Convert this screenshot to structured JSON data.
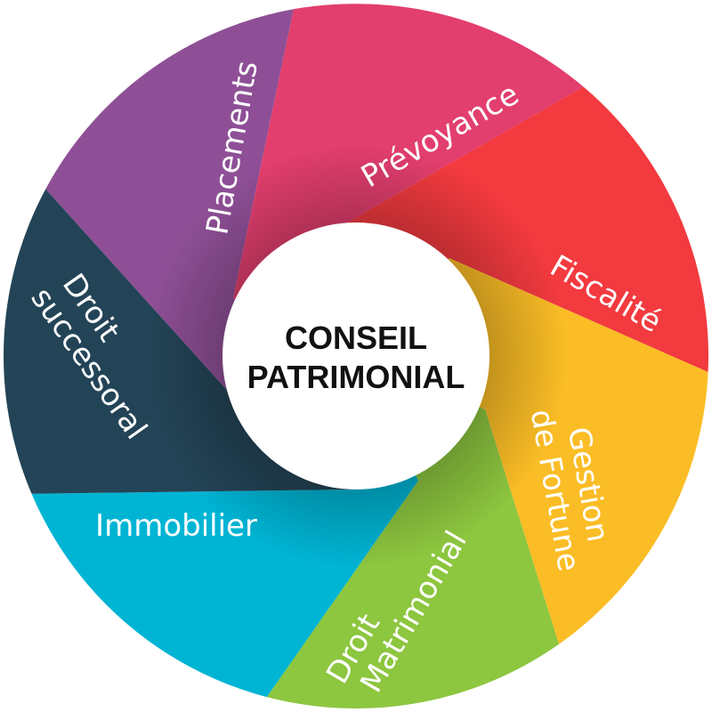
{
  "center": {
    "line1": "CONSEIL",
    "line2": "PATRIMONIAL"
  },
  "segments": [
    {
      "label": "Placements",
      "color": "#8e4f96"
    },
    {
      "label": "Prévoyance",
      "color": "#e23e6e"
    },
    {
      "label": "Fiscalité",
      "color": "#f23a3f"
    },
    {
      "label1": "Gestion",
      "label2": "de Fortune",
      "color": "#fbbd26"
    },
    {
      "label1": "Droit",
      "label2": "Matrimonial",
      "color": "#8dc63f"
    },
    {
      "label": "Immobilier",
      "color": "#00b4d4"
    },
    {
      "label1": "Droit",
      "label2": "successoral",
      "color": "#234457"
    }
  ]
}
